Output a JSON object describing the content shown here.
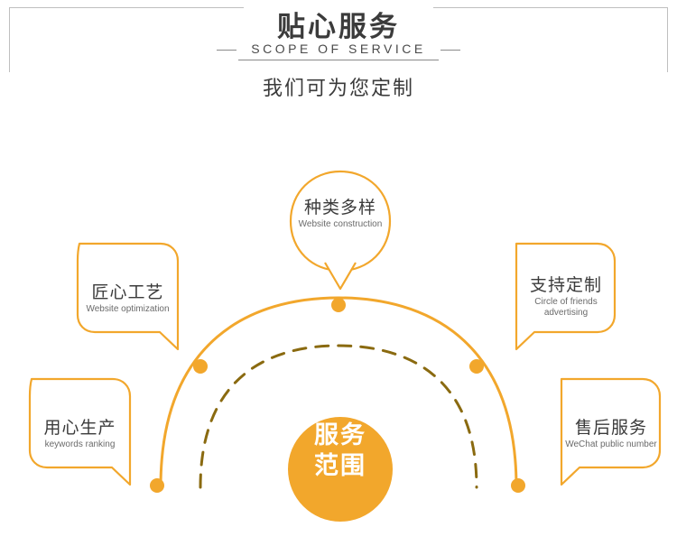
{
  "header": {
    "title_cn": "贴心服务",
    "title_en": "SCOPE OF SERVICE",
    "subtitle": "我们可为您定制"
  },
  "colors": {
    "accent": "#F2A72C",
    "accent_dark": "#8a6a10",
    "frame": "#bfbfbf",
    "text_dark": "#3b3b3b",
    "text_muted": "#6a6a6a"
  },
  "center": {
    "line1": "服务",
    "line2": "范围"
  },
  "nodes": [
    {
      "id": "node-1",
      "cn": "用心生产",
      "en": "keywords ranking",
      "side": "left"
    },
    {
      "id": "node-2",
      "cn": "匠心工艺",
      "en": "Website optimization",
      "side": "left"
    },
    {
      "id": "node-3",
      "cn": "种类多样",
      "en": "Website construction",
      "side": "top"
    },
    {
      "id": "node-4",
      "cn": "支持定制",
      "en": "Circle of friends\nadvertising",
      "side": "right"
    },
    {
      "id": "node-5",
      "cn": "售后服务",
      "en": "WeChat public number",
      "side": "right"
    }
  ]
}
